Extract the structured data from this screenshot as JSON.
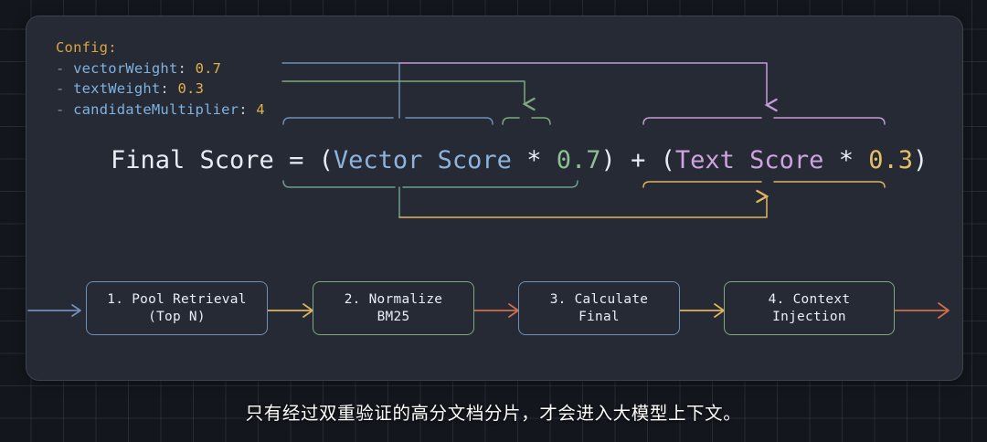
{
  "config": {
    "title": "Config:",
    "items": [
      {
        "dash": "-",
        "key": "vectorWeight",
        "colon": ":",
        "value": "0.7"
      },
      {
        "dash": "-",
        "key": "textWeight",
        "colon": ":",
        "value": "0.3"
      },
      {
        "dash": "-",
        "key": "candidateMultiplier",
        "colon": ":",
        "value": "4"
      }
    ]
  },
  "formula": {
    "label": "Final Score",
    "equals": "=",
    "open1": "(",
    "vector_term": "Vector Score",
    "mul1": "*",
    "vector_weight": "0.7",
    "close1": ")",
    "plus": "+",
    "open2": "(",
    "text_term": "Text Score",
    "mul2": "*",
    "text_weight": "0.3",
    "close2": ")"
  },
  "flow": {
    "steps": [
      {
        "label": "1. Pool Retrieval\n(Top N)",
        "accent": "#6f8fb5"
      },
      {
        "label": "2. Normalize\nBM25",
        "accent": "#7fa87f"
      },
      {
        "label": "3. Calculate\nFinal",
        "accent": "#6f8fb5"
      },
      {
        "label": "4. Context\nInjection",
        "accent": "#7fa87f"
      }
    ],
    "arrows": [
      {
        "name": "arrow-in",
        "color": "#6f8fb5"
      },
      {
        "name": "arrow-1-2",
        "color": "#e0b45c"
      },
      {
        "name": "arrow-2-3",
        "color": "#cd6f4e"
      },
      {
        "name": "arrow-3-4",
        "color": "#e0b45c"
      },
      {
        "name": "arrow-out",
        "color": "#cd6f4e"
      }
    ]
  },
  "connectors": [
    {
      "name": "vector-weight-to-vector-term",
      "color": "#6f8fb5"
    },
    {
      "name": "text-weight-to-vector-weight",
      "color": "#7fa87f"
    },
    {
      "name": "config-to-text-term",
      "color": "#c49bd8"
    },
    {
      "name": "vector-group-to-text-group",
      "color": "#e0b45c"
    }
  ],
  "colors": {
    "page_background": "#13161c",
    "panel_background": "#252a34",
    "panel_border": "#3c4452",
    "grid_line": "#7d91af",
    "config_key": "#d9a441",
    "config_prop": "#7fb2e0",
    "vector_blue": "#8fb3dd",
    "green": "#8fbf94",
    "purple": "#cfa3e0",
    "amber": "#e6c068",
    "orange": "#cd6f4e"
  },
  "caption": {
    "text": "只有经过双重验证的高分文档分片，才会进入大模型上下文。"
  }
}
